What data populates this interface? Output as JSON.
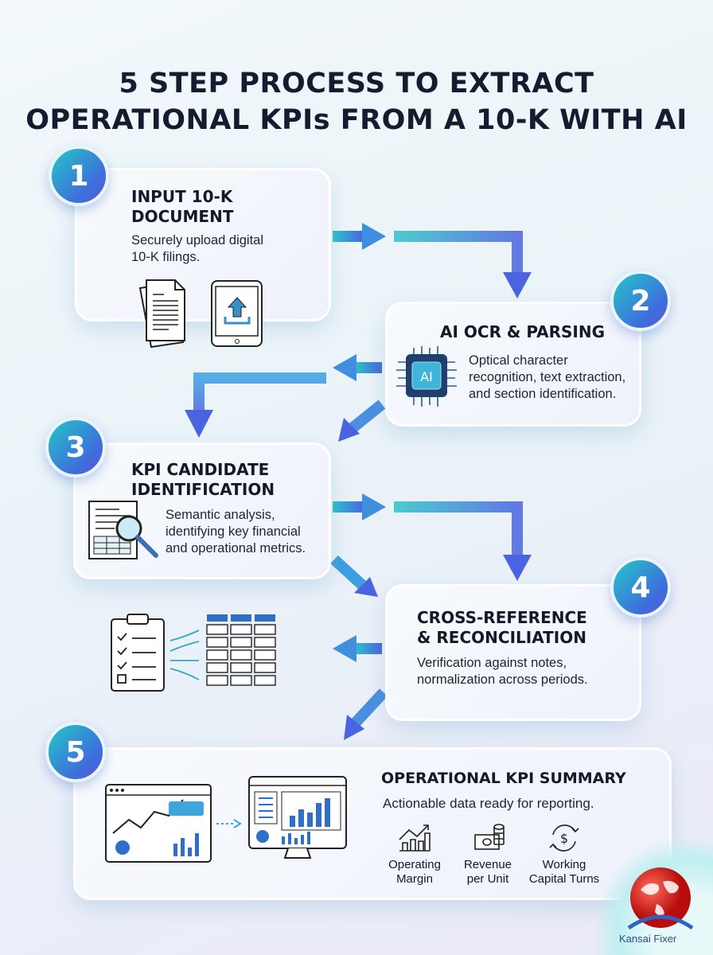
{
  "title": {
    "line1": "5 STEP PROCESS TO EXTRACT",
    "line2": "OPERATIONAL KPIs FROM A 10-K WITH AI"
  },
  "steps": [
    {
      "number": "1",
      "title_line1": "INPUT 10-K",
      "title_line2": "DOCUMENT",
      "desc_line1": "Securely upload digital",
      "desc_line2": "10-K filings."
    },
    {
      "number": "2",
      "title_line1": "AI OCR & PARSING",
      "desc_line1": "Optical character",
      "desc_line2": "recognition, text extraction,",
      "desc_line3": "and section identification.",
      "chip_label": "AI"
    },
    {
      "number": "3",
      "title_line1": "KPI CANDIDATE",
      "title_line2": "IDENTIFICATION",
      "desc_line1": "Semantic analysis,",
      "desc_line2": "identifying key financial",
      "desc_line3": "and operational metrics."
    },
    {
      "number": "4",
      "title_line1": "CROSS-REFERENCE",
      "title_line2": "& RECONCILIATION",
      "desc_line1": "Verification against notes,",
      "desc_line2": "normalization across periods."
    },
    {
      "number": "5",
      "title_line1": "OPERATIONAL KPI SUMMARY",
      "desc_line1": "Actionable data ready for reporting.",
      "kpis": [
        {
          "line1": "Operating",
          "line2": "Margin",
          "icon": "chart-up-icon"
        },
        {
          "line1": "Revenue",
          "line2": "per Unit",
          "icon": "cash-coins-icon"
        },
        {
          "line1": "Working",
          "line2": "Capital Turns",
          "icon": "dollar-cycle-icon"
        }
      ]
    }
  ],
  "logo": {
    "text": "Kansai Fixer"
  },
  "colors": {
    "accent_teal": "#25c6c6",
    "accent_blue": "#3d6fdc",
    "text": "#121a2a"
  }
}
